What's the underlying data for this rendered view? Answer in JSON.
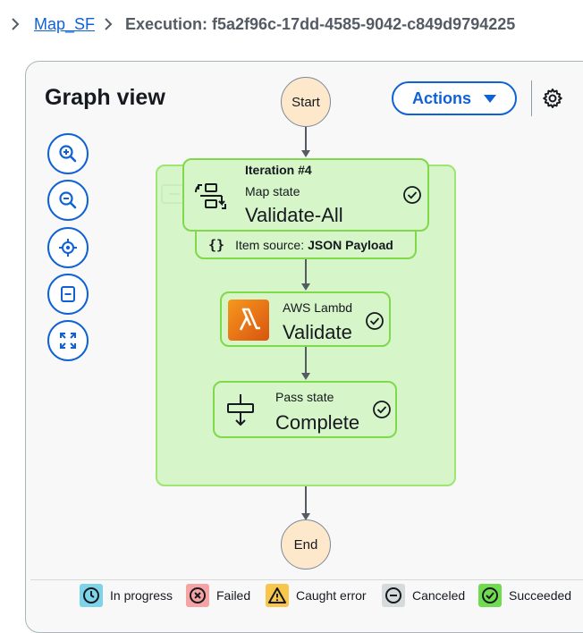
{
  "breadcrumb": {
    "parent": "Map_SF",
    "current": "Execution: f5a2f96c-17dd-4585-9042-c849d9794225"
  },
  "graph": {
    "title": "Graph view",
    "actions_label": "Actions",
    "zoom_controls": [
      "zoom-in-icon",
      "zoom-out-icon",
      "center-icon",
      "collapse-icon",
      "fit-icon"
    ]
  },
  "nodes": {
    "start": "Start",
    "end": "End",
    "map": {
      "iteration": "Iteration #4",
      "type": "Map state",
      "name": "Validate-All",
      "item_source_prefix": "Item source:",
      "item_source_value": "JSON Payload"
    },
    "lambda": {
      "type": "AWS Lambd",
      "name": "Validate"
    },
    "pass": {
      "type": "Pass state",
      "name": "Complete"
    }
  },
  "legend": [
    {
      "label": "In progress",
      "color": "#7dd3e8"
    },
    {
      "label": "Failed",
      "color": "#f5a3a3"
    },
    {
      "label": "Caught error",
      "color": "#f8c64b"
    },
    {
      "label": "Canceled",
      "color": "#d5dbdb"
    },
    {
      "label": "Succeeded",
      "color": "#6fdc4f"
    }
  ],
  "colors": {
    "accent": "#0f62d6",
    "success_fill": "#d6f5c8",
    "success_border": "#7fd94a",
    "terminal_fill": "#fde8cc",
    "lambda_orange": "#ec6b1e"
  }
}
